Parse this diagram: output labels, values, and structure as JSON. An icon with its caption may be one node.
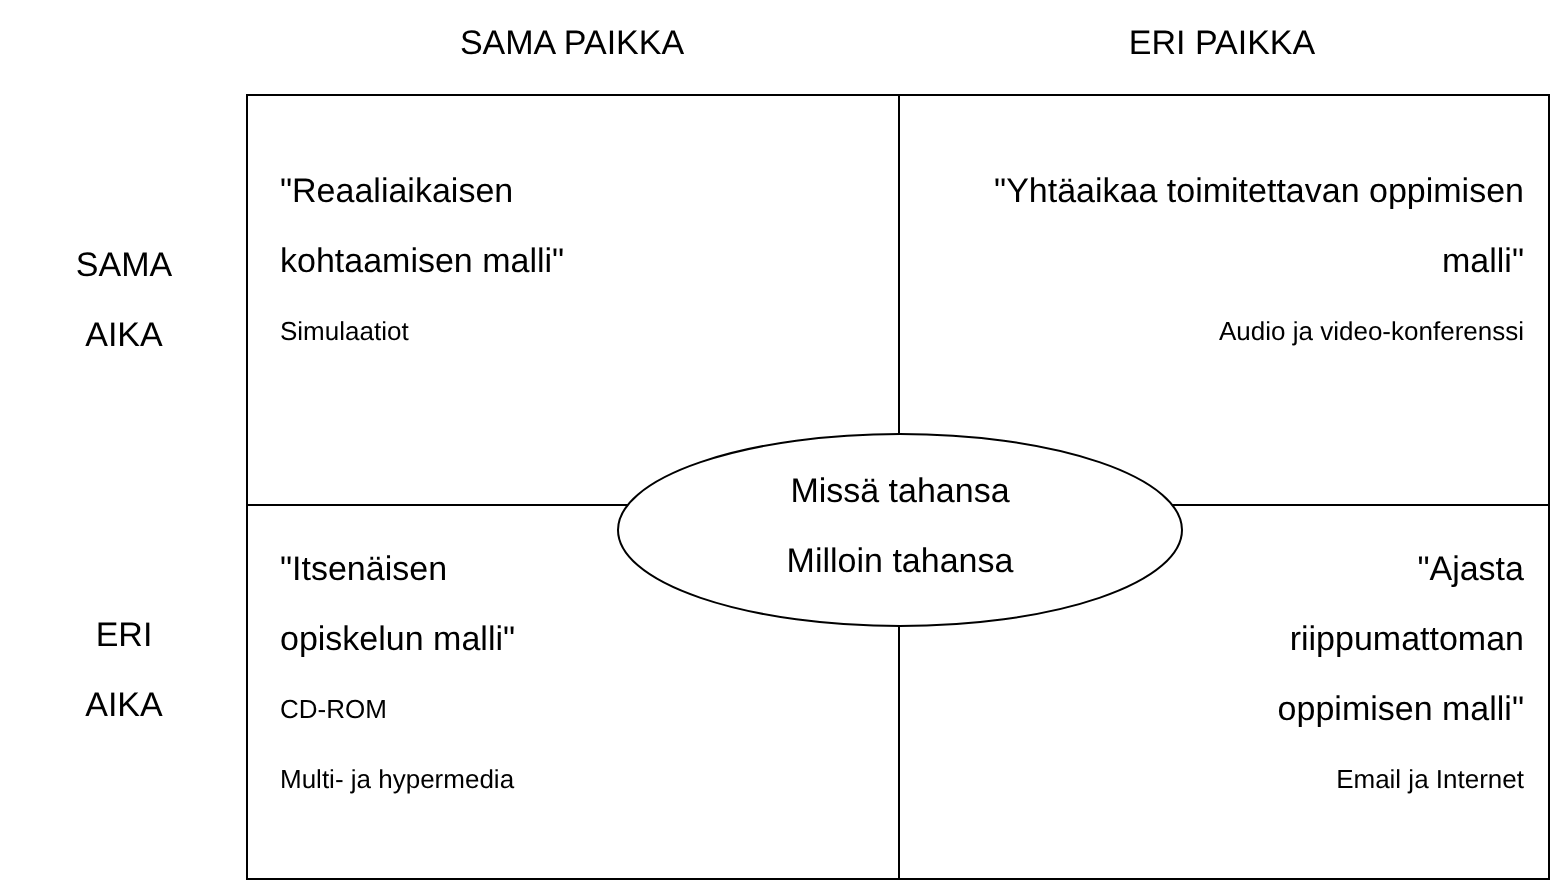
{
  "diagram": {
    "nodes": [
      {
        "text": [
          "\"Reaaliaikaisen kohtaamisen malli\"",
          "Simulaatiot"
        ]
      },
      {
        "text": [
          "\"Yhtäaikaa toimitettavan oppimisen malli\"",
          "Audio ja video-konferenssi"
        ]
      },
      {
        "text": [
          "\"Itsenäisen opiskelun malli\"",
          "CD-ROM",
          "Multi- ja hypermedia"
        ]
      },
      {
        "text": [
          "\"Ajasta riippumattoman oppimisen malli\"",
          "Email ja Internet"
        ]
      },
      {
        "text": [
          "Missä tahansa Milloin tahansa"
        ]
      }
    ],
    "labels": [
      "SAMA PAIKKA",
      "ERI PAIKKA",
      "SAMA AIKA",
      "ERI AIKA"
    ]
  }
}
